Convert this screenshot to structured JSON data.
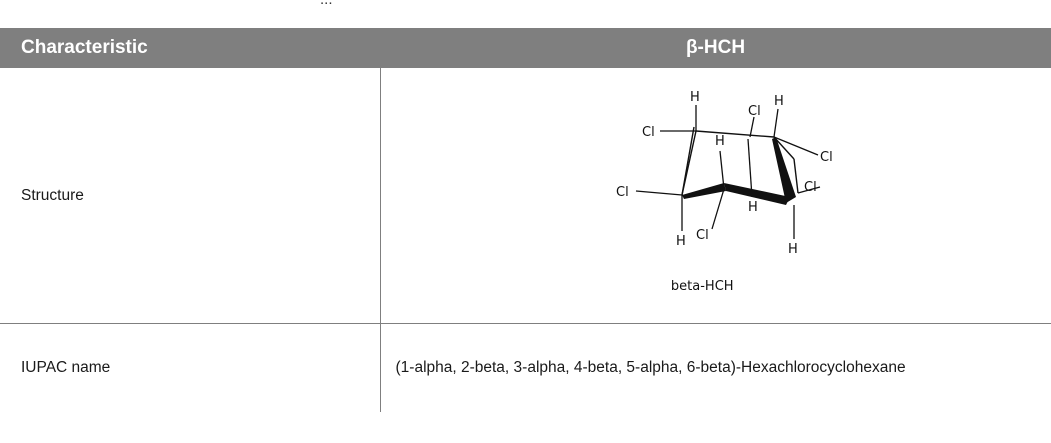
{
  "caption_fragment": "...",
  "table": {
    "headers": {
      "characteristic": "Characteristic",
      "compound": "β-HCH"
    },
    "rows": {
      "structure": {
        "label": "Structure",
        "figure_caption": "beta-HCH",
        "atoms": {
          "h1": "H",
          "cl1": "Cl",
          "h2": "H",
          "cl2": "Cl",
          "h3": "H",
          "cl3": "Cl",
          "cl4": "Cl",
          "cl5": "Cl",
          "h4": "H",
          "h5": "H",
          "cl6": "Cl",
          "h6": "H"
        }
      },
      "iupac": {
        "label": "IUPAC name",
        "value": "(1-alpha, 2-beta, 3-alpha, 4-beta, 5-alpha, 6-beta)-Hexachlorocyclohexane"
      }
    }
  }
}
